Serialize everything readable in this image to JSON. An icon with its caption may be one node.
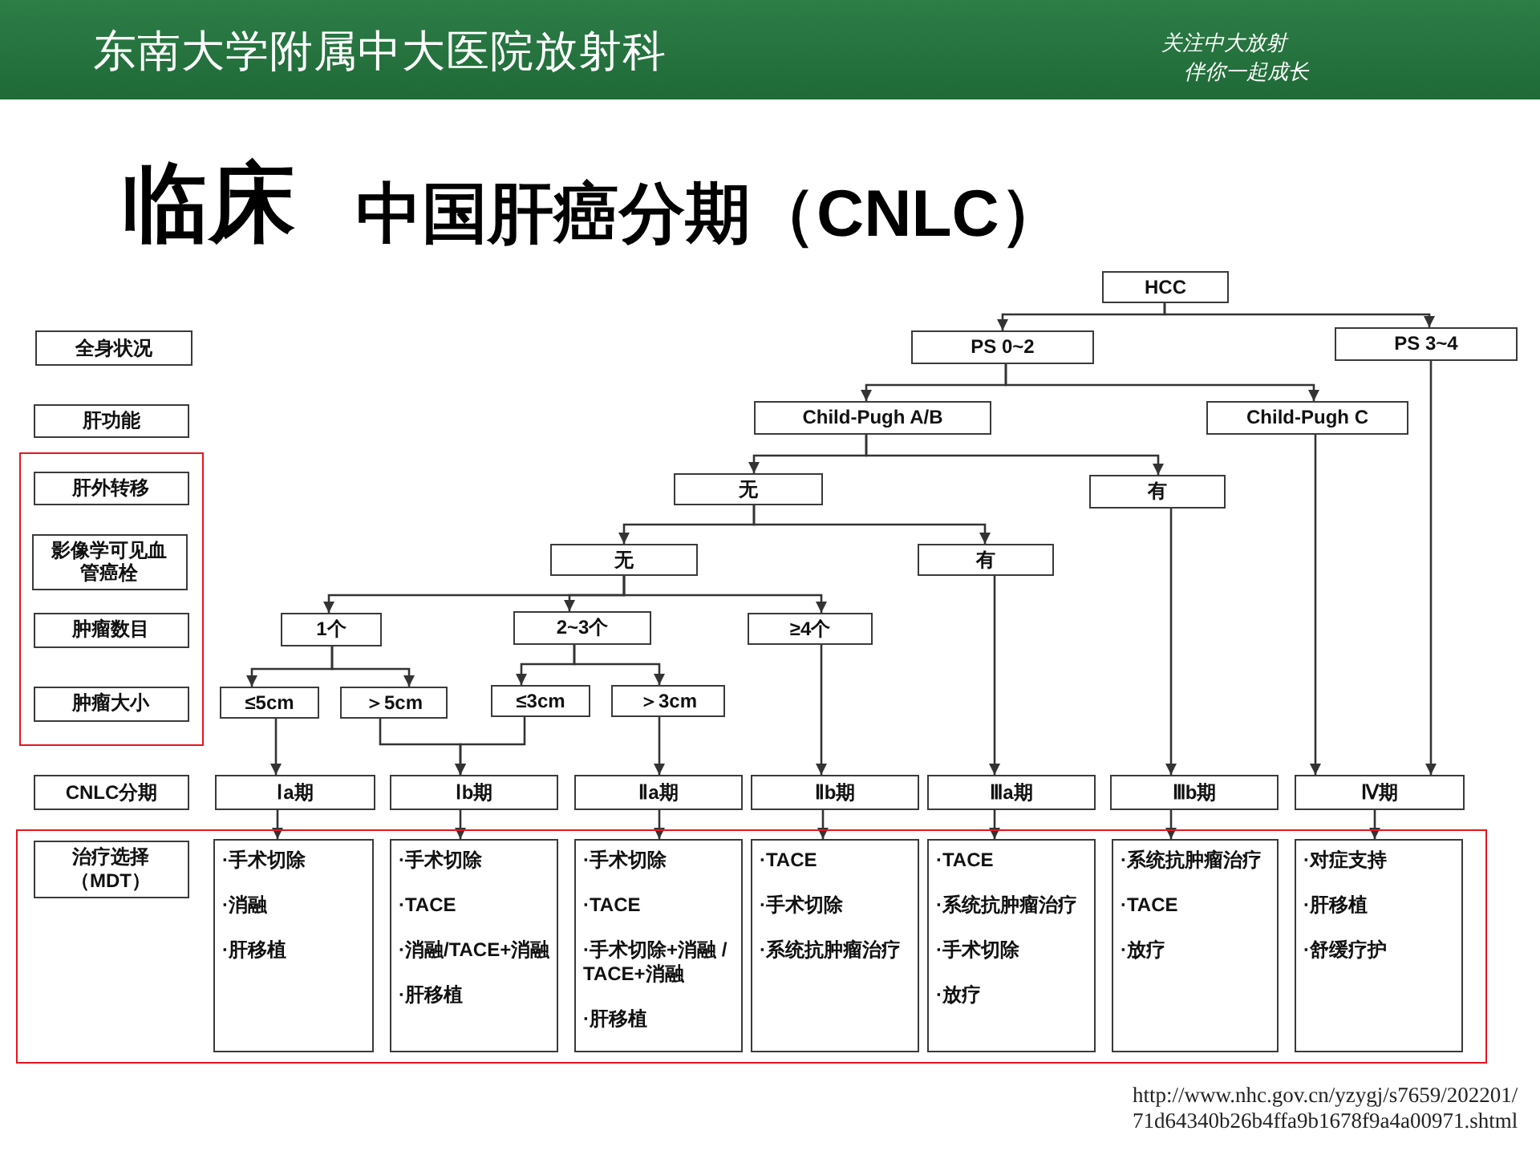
{
  "diagram": {
    "title": "中国肝癌分期（CNLC）",
    "nodes": [
      {
        "text": [
          "东南大学附属中大医院放射科",
          "关注中大放射",
          "伴你一起成长"
        ]
      },
      {
        "text": [
          "HCC"
        ]
      },
      {
        "text": [
          "全身状况"
        ]
      },
      {
        "text": [
          "PS 0~2"
        ]
      },
      {
        "text": [
          "PS 3~4"
        ]
      },
      {
        "text": [
          "肝功能"
        ]
      },
      {
        "text": [
          "Child-Pugh A/B"
        ]
      },
      {
        "text": [
          "Child-Pugh C"
        ]
      },
      {
        "text": [],
        "shape": "box"
      },
      {
        "text": [
          "肝外转移"
        ],
        "in": 8
      },
      {
        "text": [
          "无"
        ]
      },
      {
        "text": [
          "有"
        ]
      },
      {
        "text": [
          "影像学可见血管癌栓"
        ],
        "in": 8
      },
      {
        "text": [
          "无"
        ]
      },
      {
        "text": [
          "有"
        ]
      },
      {
        "text": [
          "肿瘤数目"
        ],
        "in": 8
      },
      {
        "text": [
          "1个"
        ]
      },
      {
        "text": [
          "2~3个"
        ]
      },
      {
        "text": [
          "≥4个"
        ]
      },
      {
        "text": [
          "肿瘤大小"
        ],
        "in": 8
      },
      {
        "text": [
          "≤5cm"
        ]
      },
      {
        "text": [
          "＞5cm"
        ]
      },
      {
        "text": [
          "≤3cm"
        ]
      },
      {
        "text": [
          "＞3cm"
        ]
      },
      {
        "text": [
          "CNLC分期"
        ]
      },
      {
        "text": [
          "Ⅰa期"
        ]
      },
      {
        "text": [
          "Ⅰb期"
        ]
      },
      {
        "text": [
          "Ⅱa期"
        ]
      },
      {
        "text": [
          "Ⅱb期"
        ]
      },
      {
        "text": [
          "Ⅲa期"
        ]
      },
      {
        "text": [
          "Ⅲb期"
        ]
      },
      {
        "text": [
          "Ⅳ期"
        ]
      },
      {
        "text": [],
        "shape": "box"
      },
      {
        "text": [
          "治疗选择（MDT）"
        ],
        "in": 32
      },
      {
        "text": [
          "·手术切除",
          "·消融",
          "·肝移植"
        ],
        "in": 32
      },
      {
        "text": [
          "·手术切除",
          "·TACE",
          "·消融/TACE+消融",
          "·肝移植"
        ],
        "in": 32
      },
      {
        "text": [
          "·手术切除",
          "·TACE",
          "·手术切除+消融 / TACE+消融",
          "·肝移植"
        ],
        "in": 32
      },
      {
        "text": [
          "·TACE",
          "·手术切除",
          "·系统抗肿瘤治疗"
        ],
        "in": 32
      },
      {
        "text": [
          "·TACE",
          "·系统抗肿瘤治疗",
          "·手术切除",
          "·放疗"
        ],
        "in": 32
      },
      {
        "text": [
          "·系统抗肿瘤治疗",
          "·TACE",
          "·放疗"
        ],
        "in": 32
      },
      {
        "text": [
          "·对症支持",
          "·肝移植",
          "·舒缓疗护"
        ],
        "in": 32
      }
    ],
    "edges": [
      {
        "from": 1,
        "to": 3,
        "arrow": "to"
      },
      {
        "from": 1,
        "to": 4,
        "arrow": "to"
      },
      {
        "from": 3,
        "to": 6,
        "arrow": "to"
      },
      {
        "from": 3,
        "to": 7,
        "arrow": "to"
      },
      {
        "from": 6,
        "to": 10,
        "arrow": "to"
      },
      {
        "from": 6,
        "to": 11,
        "arrow": "to"
      },
      {
        "from": 10,
        "to": 13,
        "arrow": "to"
      },
      {
        "from": 10,
        "to": 14,
        "arrow": "to"
      },
      {
        "from": 13,
        "to": 16,
        "arrow": "to"
      },
      {
        "from": 13,
        "to": 17,
        "arrow": "to"
      },
      {
        "from": 13,
        "to": 18,
        "arrow": "to"
      },
      {
        "from": 16,
        "to": 20,
        "arrow": "to"
      },
      {
        "from": 16,
        "to": 21,
        "arrow": "to"
      },
      {
        "from": 17,
        "to": 22,
        "arrow": "to"
      },
      {
        "from": 17,
        "to": 23,
        "arrow": "to"
      },
      {
        "from": 20,
        "to": 25,
        "arrow": "to"
      },
      {
        "from": 21,
        "to": 26,
        "arrow": "to"
      },
      {
        "from": 22,
        "to": 26,
        "arrow": "to"
      },
      {
        "from": 23,
        "to": 27,
        "arrow": "to"
      },
      {
        "from": 18,
        "to": 28,
        "arrow": "to"
      },
      {
        "from": 14,
        "to": 29,
        "arrow": "to"
      },
      {
        "from": 11,
        "to": 30,
        "arrow": "to"
      },
      {
        "from": 7,
        "to": 31,
        "arrow": "to"
      },
      {
        "from": 4,
        "to": 31,
        "arrow": "to"
      },
      {
        "from": 25,
        "to": 34,
        "arrow": "to"
      },
      {
        "from": 26,
        "to": 35,
        "arrow": "to"
      },
      {
        "from": 27,
        "to": 36,
        "arrow": "to"
      },
      {
        "from": 28,
        "to": 37,
        "arrow": "to"
      },
      {
        "from": 29,
        "to": 38,
        "arrow": "to"
      },
      {
        "from": 30,
        "to": 39,
        "arrow": "to"
      },
      {
        "from": 31,
        "to": 40,
        "arrow": "to"
      }
    ],
    "labels": [
      "临床",
      "http://www.nhc.gov.cn/yzygj/s7659/202201/71d64340b26b4ffa9b1678f9a4a00971.shtml"
    ]
  }
}
